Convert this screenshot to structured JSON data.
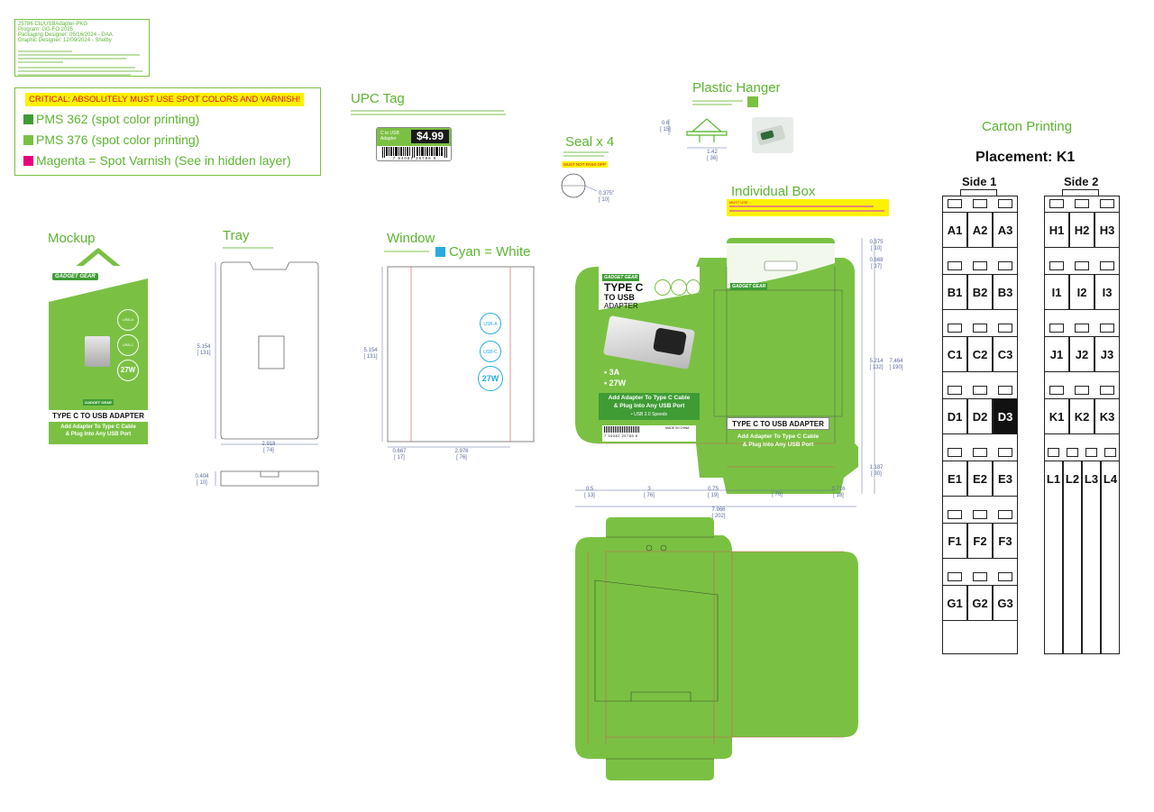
{
  "job_info": {
    "lines": [
      "25786 Ctc/USBAdapter-PKG",
      "Program: GG-FO 2025",
      "Packaging Designer: 05/16/2024 - DAA",
      "Graphic Designer: 12/09/2024 - Shelby"
    ]
  },
  "color_notes": {
    "critical": "CRITICAL: ABSOLUTELY MUST USE SPOT COLORS AND VARNISH!",
    "items": [
      {
        "label": "PMS 362 (spot color printing)",
        "color": "#3f9c35"
      },
      {
        "label": "PMS 376 (spot color printing)",
        "color": "#7ac143"
      },
      {
        "label": "Magenta = Spot Varnish (See in hidden layer)",
        "color": "#e6007e"
      }
    ]
  },
  "sections": {
    "upc_tag": "UPC Tag",
    "plastic_hanger": "Plastic Hanger",
    "seal": "Seal x 4",
    "individual_box": "Individual Box",
    "carton_printing": "Carton Printing",
    "mockup": "Mockup",
    "tray": "Tray",
    "window": "Window",
    "window_note": "Cyan = White"
  },
  "upc": {
    "product": "C to USB Adapter",
    "price": "$4.99",
    "number": "7 94082 25786 8"
  },
  "seal": {
    "note": "MUST NOT PASS OPP",
    "dim_in": "0.375\"",
    "dim_mm": "[ 10]"
  },
  "box_note": "MUST USE",
  "product": {
    "brand": "GADGET GEAR",
    "title_line1": "TYPE C",
    "title_line2": "TO USB",
    "title_line3": "ADAPTER",
    "feature1": "• 3A",
    "feature2": "• 27W",
    "tagline1": "Add Adapter To Type C Cable",
    "tagline2": "& Plug Into Any USB Port",
    "speed": "• USB 2.0 Speeds",
    "name_bar": "TYPE C TO USB ADAPTER",
    "icon1_title": "USB-A",
    "icon2_title": "USB-C",
    "icon3": "27W",
    "barcode": "7 94082 25786 8",
    "made_in": "MADE IN CHINA"
  },
  "dimensions": {
    "tray_h": "5.154",
    "tray_h_mm": "[ 131]",
    "tray_w": "2.918",
    "tray_w_mm": "[ 74]",
    "tray_d": "0.404",
    "tray_d_mm": "[ 10]",
    "win_h": "5.154",
    "win_h_mm": "[ 131]",
    "win_a": "0.667",
    "win_a_mm": "[ 17]",
    "win_w": "2.976",
    "win_w_mm": "[ 76]",
    "hanger_h": "0.6",
    "hanger_h_mm": "[ 15]",
    "hanger_w": "1.42",
    "hanger_w_mm": "[ 36]",
    "box_top": "0.375",
    "box_top_mm": "[ 10]",
    "box_top2": "0.668",
    "box_top2_mm": "[ 17]",
    "box_mid": "5.214",
    "box_mid_mm": "[ 132]",
    "box_total": "7.464",
    "box_total_mm": "[ 190]",
    "box_bot": "1.187",
    "box_bot_mm": "[ 30]",
    "box_l": "0.5",
    "box_l_mm": "[ 13]",
    "box_face": "3",
    "box_face_mm": "[ 76]",
    "box_side": "0.75",
    "box_side_mm": "[ 19]",
    "box_face2_mm": "[ 76]",
    "box_r": "0.716",
    "box_r_mm": "[ 18]",
    "box_w": "7.966",
    "box_w_mm": "[ 202]"
  },
  "carton": {
    "placement": "Placement: K1",
    "side1": "Side 1",
    "side2": "Side 2",
    "side1_rows": [
      [
        "A1",
        "A2",
        "A3"
      ],
      [
        "B1",
        "B2",
        "B3"
      ],
      [
        "C1",
        "C2",
        "C3"
      ],
      [
        "D1",
        "D2",
        "D3"
      ],
      [
        "E1",
        "E2",
        "E3"
      ],
      [
        "F1",
        "F2",
        "F3"
      ],
      [
        "G1",
        "G2",
        "G3"
      ]
    ],
    "side2_rows": [
      [
        "H1",
        "H2",
        "H3"
      ],
      [
        "I1",
        "I2",
        "I3"
      ],
      [
        "J1",
        "J2",
        "J3"
      ],
      [
        "K1",
        "K2",
        "K3"
      ]
    ],
    "side2_last": [
      "L1",
      "L2",
      "L3",
      "L4"
    ],
    "highlight": "D3"
  },
  "colors": {
    "brand_green": "#7ac143",
    "dark_green": "#3f9c35",
    "label_green": "#5cb531",
    "cyan": "#29abe2",
    "yellow": "#fff200",
    "critical_red": "#d7141a"
  }
}
